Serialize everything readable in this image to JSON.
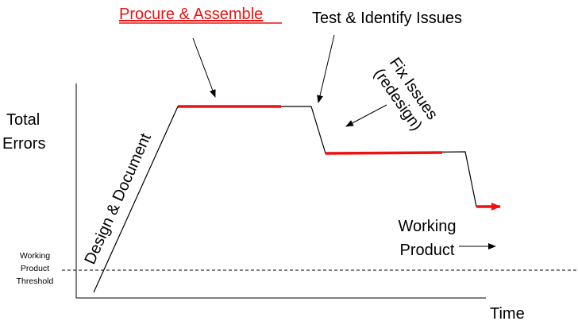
{
  "labels": {
    "procure": "Procure & Assemble",
    "test": "Test & Identify Issues",
    "fix_line1": "Fix Issues",
    "fix_line2": "(redesign)",
    "design": "Design & Document",
    "total_line1": "Total",
    "total_line2": "Errors",
    "threshold_line1": "Working",
    "threshold_line2": "Product",
    "threshold_line3": "Threshold",
    "working_line1": "Working",
    "working_line2": "Product",
    "time": "Time"
  },
  "colors": {
    "accent": "#ee1111",
    "line": "#000000"
  }
}
